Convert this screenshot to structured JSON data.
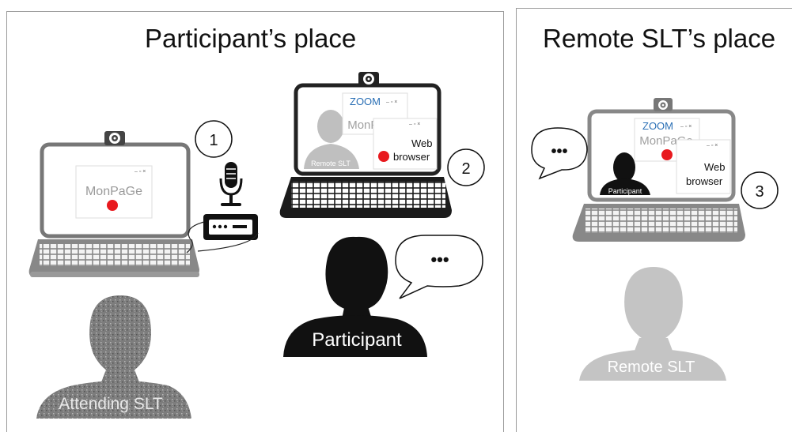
{
  "panels": {
    "left": {
      "title": "Participant’s place"
    },
    "right": {
      "title": "Remote SLT’s place"
    }
  },
  "markers": [
    "1",
    "2",
    "3"
  ],
  "apps": {
    "monpage": "MonPaGe",
    "zoom": "ZOOM",
    "browser_line1": "Web",
    "browser_line2": "browser",
    "window_controls": "– ▫ ×"
  },
  "people": {
    "attending_slt": "Attending SLT",
    "participant": "Participant",
    "remote_slt": "Remote SLT",
    "screen_remote_slt": "Remote SLT",
    "screen_participant": "Participant"
  },
  "speech": "•••",
  "colors": {
    "record_dot": "#e8191e",
    "zoom_blue": "#2a6fb5",
    "grey_person": "#c4c4c4",
    "laptop_stroke": "#555555"
  }
}
